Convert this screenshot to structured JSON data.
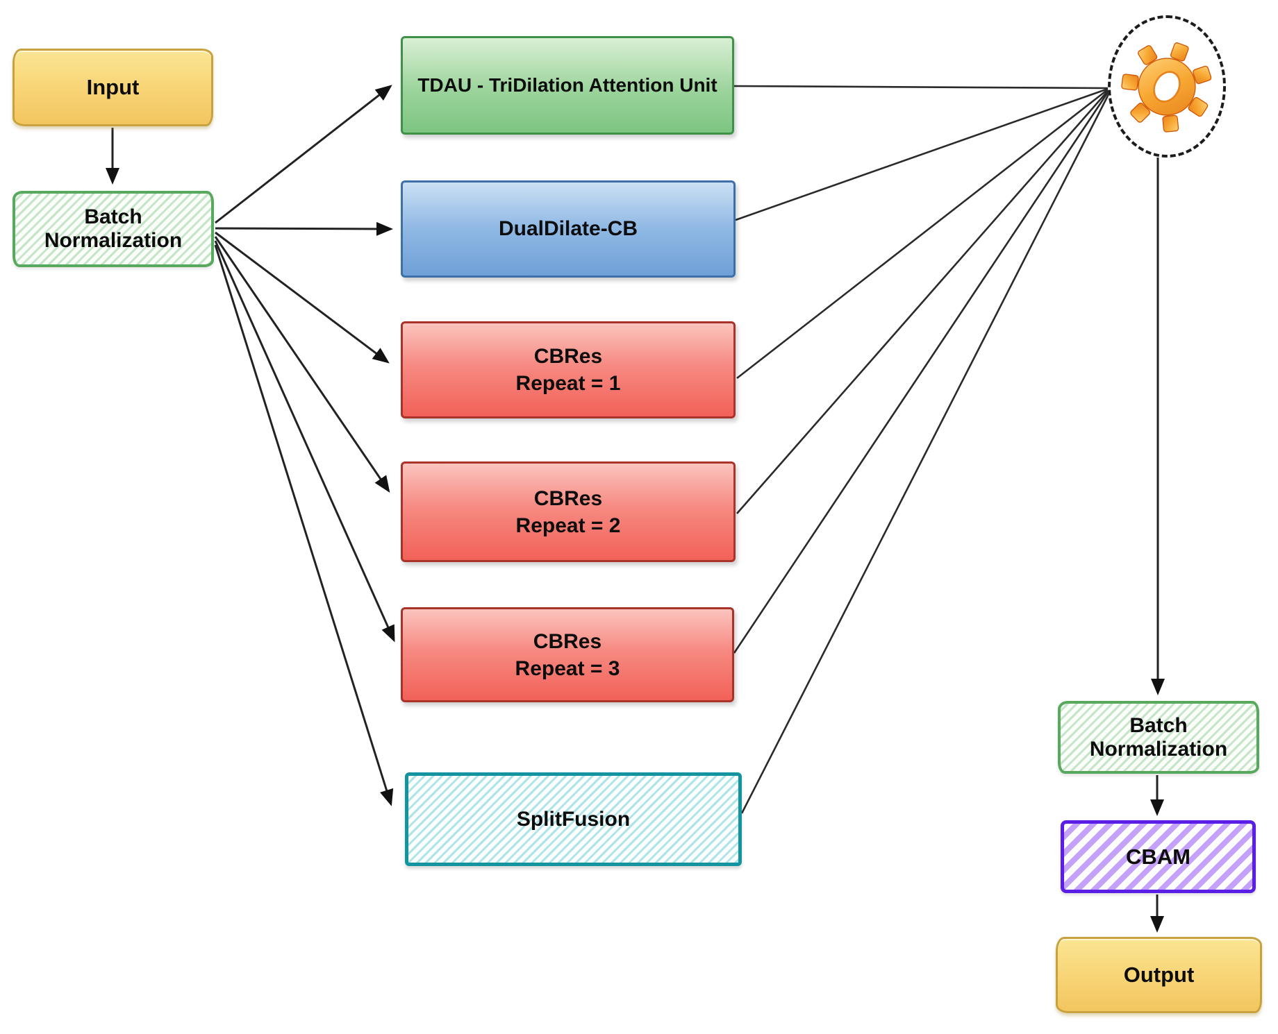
{
  "diagram": {
    "nodes": {
      "input": {
        "label": "Input"
      },
      "batch_norm_left": {
        "label": "Batch Normalization"
      },
      "tdau": {
        "label": "TDAU - TriDilation Attention Unit"
      },
      "dualdilate_cb": {
        "label": "DualDilate-CB"
      },
      "cbres_1": {
        "label": "CBRes",
        "sublabel": "Repeat = 1"
      },
      "cbres_2": {
        "label": "CBRes",
        "sublabel": "Repeat = 2"
      },
      "cbres_3": {
        "label": "CBRes",
        "sublabel": "Repeat = 3"
      },
      "splitfusion": {
        "label": "SplitFusion"
      },
      "aggregator": {
        "icon": "gear-icon"
      },
      "batch_norm_right": {
        "label": "Batch Normalization"
      },
      "cbam": {
        "label": "CBAM"
      },
      "output": {
        "label": "Output"
      }
    },
    "edges": [
      {
        "from": "input",
        "to": "batch_norm_left"
      },
      {
        "from": "batch_norm_left",
        "to": "tdau"
      },
      {
        "from": "batch_norm_left",
        "to": "dualdilate_cb"
      },
      {
        "from": "batch_norm_left",
        "to": "cbres_1"
      },
      {
        "from": "batch_norm_left",
        "to": "cbres_2"
      },
      {
        "from": "batch_norm_left",
        "to": "cbres_3"
      },
      {
        "from": "batch_norm_left",
        "to": "splitfusion"
      },
      {
        "from": "tdau",
        "to": "aggregator"
      },
      {
        "from": "dualdilate_cb",
        "to": "aggregator"
      },
      {
        "from": "cbres_1",
        "to": "aggregator"
      },
      {
        "from": "cbres_2",
        "to": "aggregator"
      },
      {
        "from": "cbres_3",
        "to": "aggregator"
      },
      {
        "from": "splitfusion",
        "to": "aggregator"
      },
      {
        "from": "aggregator",
        "to": "batch_norm_right"
      },
      {
        "from": "batch_norm_right",
        "to": "cbam"
      },
      {
        "from": "cbam",
        "to": "output"
      }
    ],
    "colors": {
      "input_output_fill": "#F8D678",
      "input_output_border": "#C8A23F",
      "batch_norm_border": "#58A95D",
      "tdau_fill": "#9CD49C",
      "tdau_border": "#3F9147",
      "dualdilate_fill": "#8FB8E4",
      "dualdilate_border": "#3D6FA8",
      "cbres_fill": "#F68A82",
      "cbres_border": "#A93328",
      "splitfusion_border": "#14949E",
      "cbam_border": "#5A1EE6",
      "cbam_hatch": "#9655F5",
      "gear_fill": "#F6A230",
      "arrow": "#1c1c1c"
    }
  }
}
